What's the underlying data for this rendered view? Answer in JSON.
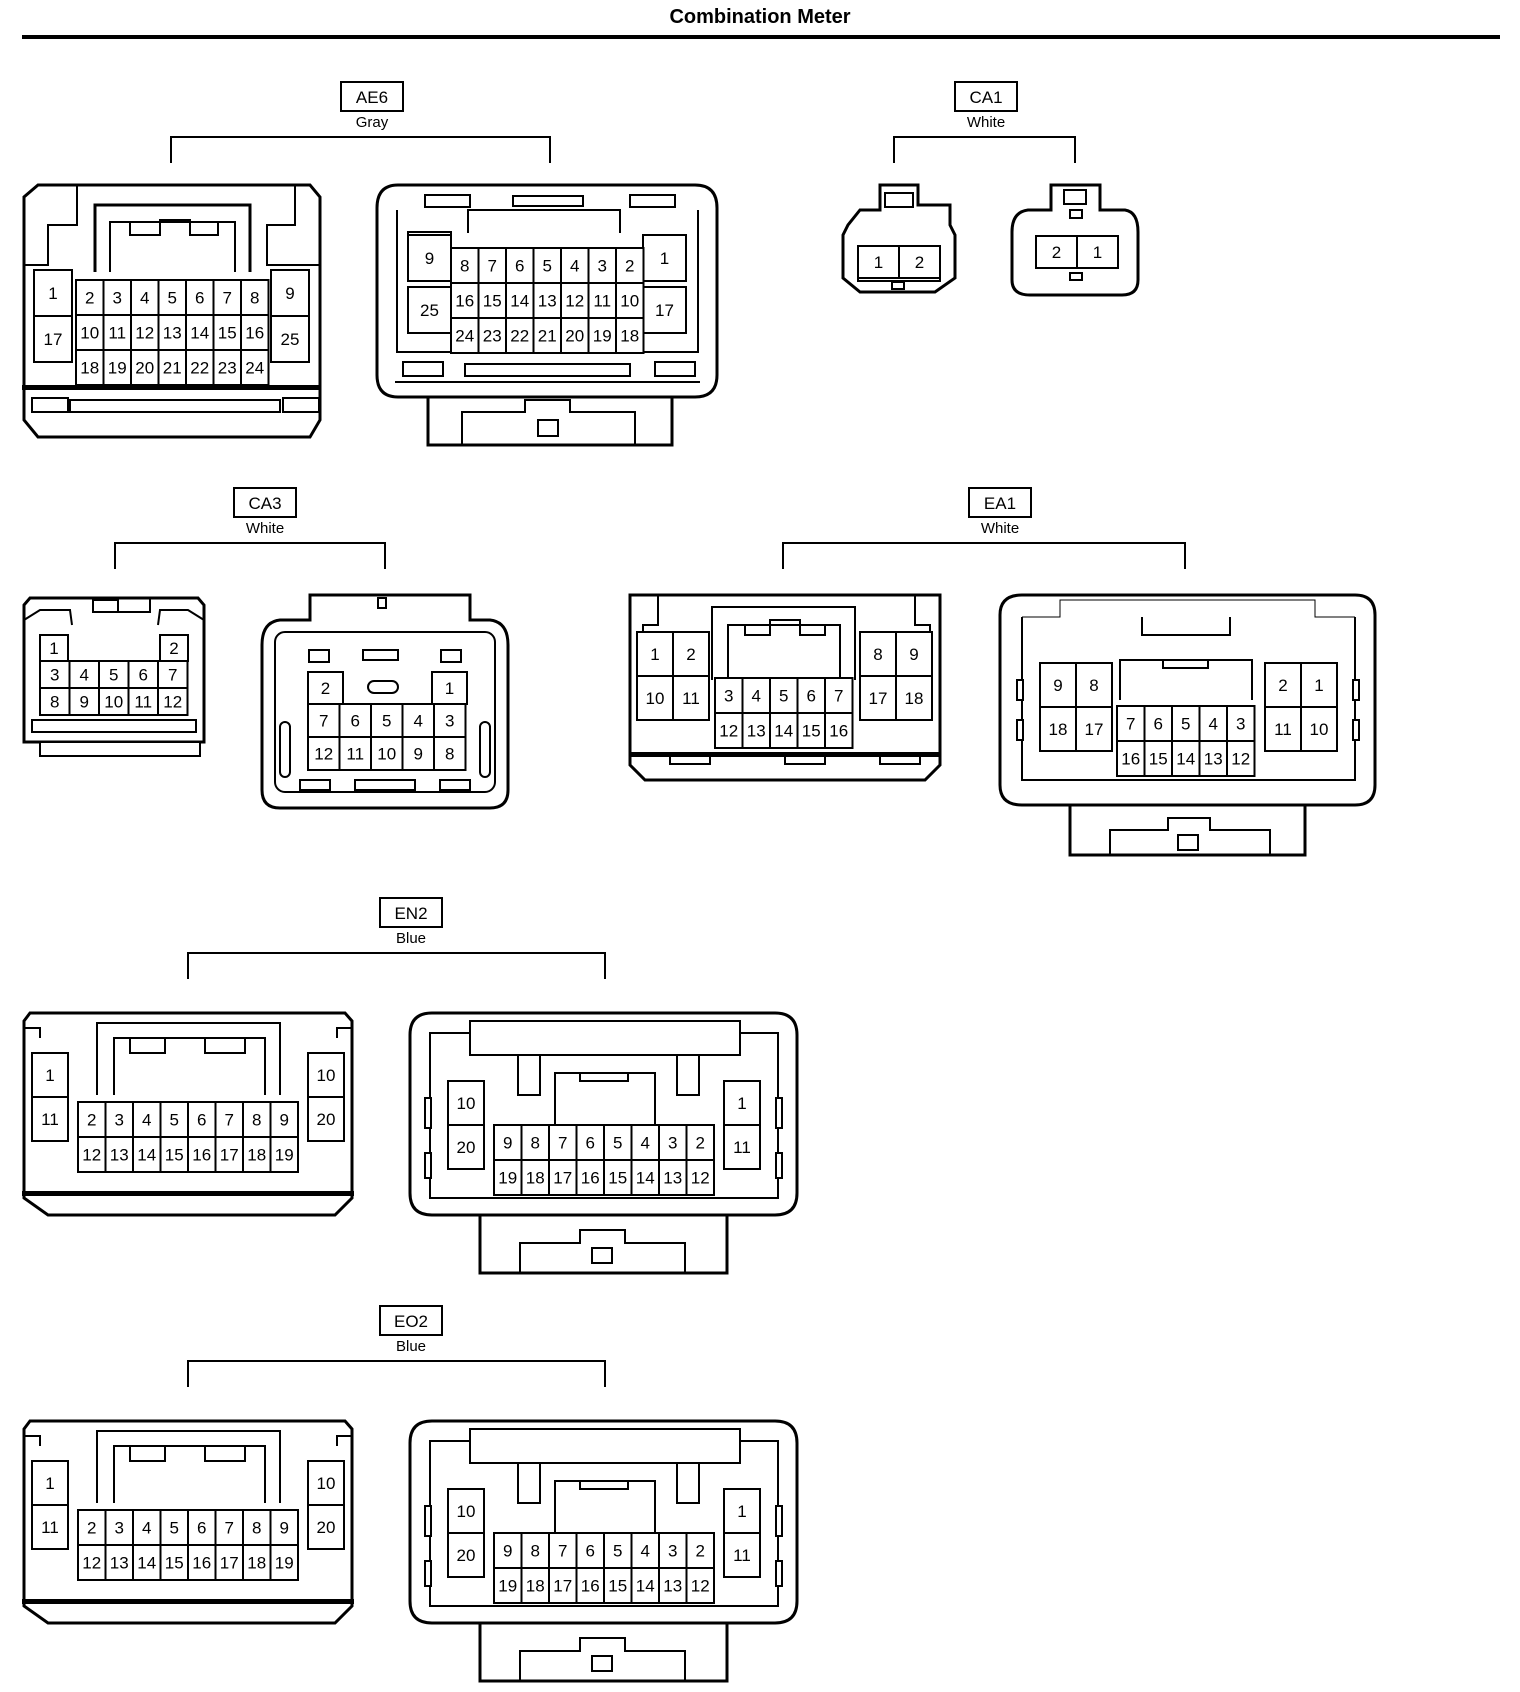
{
  "page": {
    "title": "Combination Meter"
  },
  "connectors": [
    {
      "id": "AE6",
      "color": "Gray",
      "views": [
        {
          "rows": [
            [
              "1",
              "2",
              "3",
              "4",
              "5",
              "6",
              "7",
              "8",
              "9"
            ],
            [
              "17",
              "10",
              "11",
              "12",
              "13",
              "14",
              "15",
              "16",
              "25"
            ],
            [
              "18",
              "19",
              "20",
              "21",
              "22",
              "23",
              "24"
            ]
          ]
        },
        {
          "rows": [
            [
              "9",
              "8",
              "7",
              "6",
              "5",
              "4",
              "3",
              "2",
              "1"
            ],
            [
              "25",
              "16",
              "15",
              "14",
              "13",
              "12",
              "11",
              "10",
              "17"
            ],
            [
              "24",
              "23",
              "22",
              "21",
              "20",
              "19",
              "18"
            ]
          ]
        }
      ]
    },
    {
      "id": "CA1",
      "color": "White",
      "views": [
        {
          "rows": [
            [
              "1",
              "2"
            ]
          ]
        },
        {
          "rows": [
            [
              "2",
              "1"
            ]
          ]
        }
      ]
    },
    {
      "id": "CA3",
      "color": "White",
      "views": [
        {
          "rows": [
            [
              "1",
              "2"
            ],
            [
              "3",
              "4",
              "5",
              "6",
              "7"
            ],
            [
              "8",
              "9",
              "10",
              "11",
              "12"
            ]
          ]
        },
        {
          "rows": [
            [
              "2",
              "1"
            ],
            [
              "7",
              "6",
              "5",
              "4",
              "3"
            ],
            [
              "12",
              "11",
              "10",
              "9",
              "8"
            ]
          ]
        }
      ]
    },
    {
      "id": "EA1",
      "color": "White",
      "views": [
        {
          "rows": [
            [
              "1",
              "2",
              "8",
              "9"
            ],
            [
              "10",
              "11",
              "3",
              "4",
              "5",
              "6",
              "7",
              "17",
              "18"
            ],
            [
              "12",
              "13",
              "14",
              "15",
              "16"
            ]
          ]
        },
        {
          "rows": [
            [
              "9",
              "8",
              "2",
              "1"
            ],
            [
              "18",
              "17",
              "7",
              "6",
              "5",
              "4",
              "3",
              "11",
              "10"
            ],
            [
              "16",
              "15",
              "14",
              "13",
              "12"
            ]
          ]
        }
      ]
    },
    {
      "id": "EN2",
      "color": "Blue",
      "views": [
        {
          "rows": [
            [
              "1",
              "10"
            ],
            [
              "11",
              "2",
              "3",
              "4",
              "5",
              "6",
              "7",
              "8",
              "9",
              "20"
            ],
            [
              "12",
              "13",
              "14",
              "15",
              "16",
              "17",
              "18",
              "19"
            ]
          ]
        },
        {
          "rows": [
            [
              "10",
              "1"
            ],
            [
              "20",
              "9",
              "8",
              "7",
              "6",
              "5",
              "4",
              "3",
              "2",
              "11"
            ],
            [
              "19",
              "18",
              "17",
              "16",
              "15",
              "14",
              "13",
              "12"
            ]
          ]
        }
      ]
    },
    {
      "id": "EO2",
      "color": "Blue",
      "views": [
        {
          "rows": [
            [
              "1",
              "10"
            ],
            [
              "11",
              "2",
              "3",
              "4",
              "5",
              "6",
              "7",
              "8",
              "9",
              "20"
            ],
            [
              "12",
              "13",
              "14",
              "15",
              "16",
              "17",
              "18",
              "19"
            ]
          ]
        },
        {
          "rows": [
            [
              "10",
              "1"
            ],
            [
              "20",
              "9",
              "8",
              "7",
              "6",
              "5",
              "4",
              "3",
              "2",
              "11"
            ],
            [
              "19",
              "18",
              "17",
              "16",
              "15",
              "14",
              "13",
              "12"
            ]
          ]
        }
      ]
    }
  ]
}
